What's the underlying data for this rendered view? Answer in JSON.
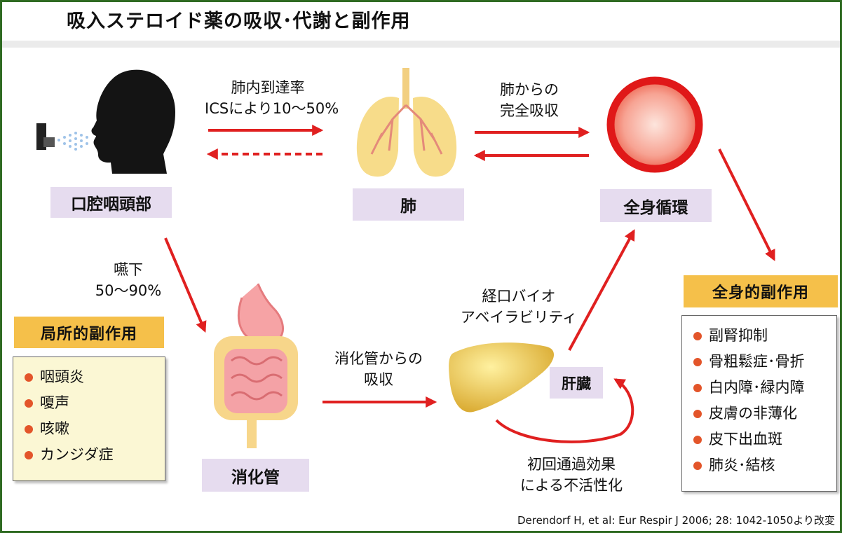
{
  "title": "吸入ステロイド薬の吸収･代謝と副作用",
  "nodes": {
    "oral": "口腔咽頭部",
    "lung": "肺",
    "systemic": "全身循環",
    "gut": "消化管",
    "liver": "肝臓"
  },
  "annotations": {
    "lung_deposition_line1": "肺内到達率",
    "lung_deposition_line2": "ICSにより10～50%",
    "lung_absorption_line1": "肺からの",
    "lung_absorption_line2": "完全吸収",
    "swallow_line1": "嚥下",
    "swallow_line2": "50～90%",
    "gut_absorption_line1": "消化管からの",
    "gut_absorption_line2": "吸収",
    "oral_bioavail_line1": "経口バイオ",
    "oral_bioavail_line2": "アベイラビリティ",
    "first_pass_line1": "初回通過効果",
    "first_pass_line2": "による不活性化"
  },
  "local_effects": {
    "header": "局所的副作用",
    "items": [
      "咽頭炎",
      "嗄声",
      "咳嗽",
      "カンジダ症"
    ]
  },
  "systemic_effects": {
    "header": "全身的副作用",
    "items": [
      "副腎抑制",
      "骨粗鬆症･骨折",
      "白内障･緑内障",
      "皮膚の非薄化",
      "皮下出血斑",
      "肺炎･結核"
    ]
  },
  "citation": "Derendorf H, et al: Eur Respir J 2006; 28: 1042-1050より改変",
  "colors": {
    "arrow": "#e02020",
    "label_bg": "#e6dcef",
    "header_bg": "#f5c04a",
    "list_bg": "#fbf7d4",
    "frame": "#2f6b22"
  }
}
